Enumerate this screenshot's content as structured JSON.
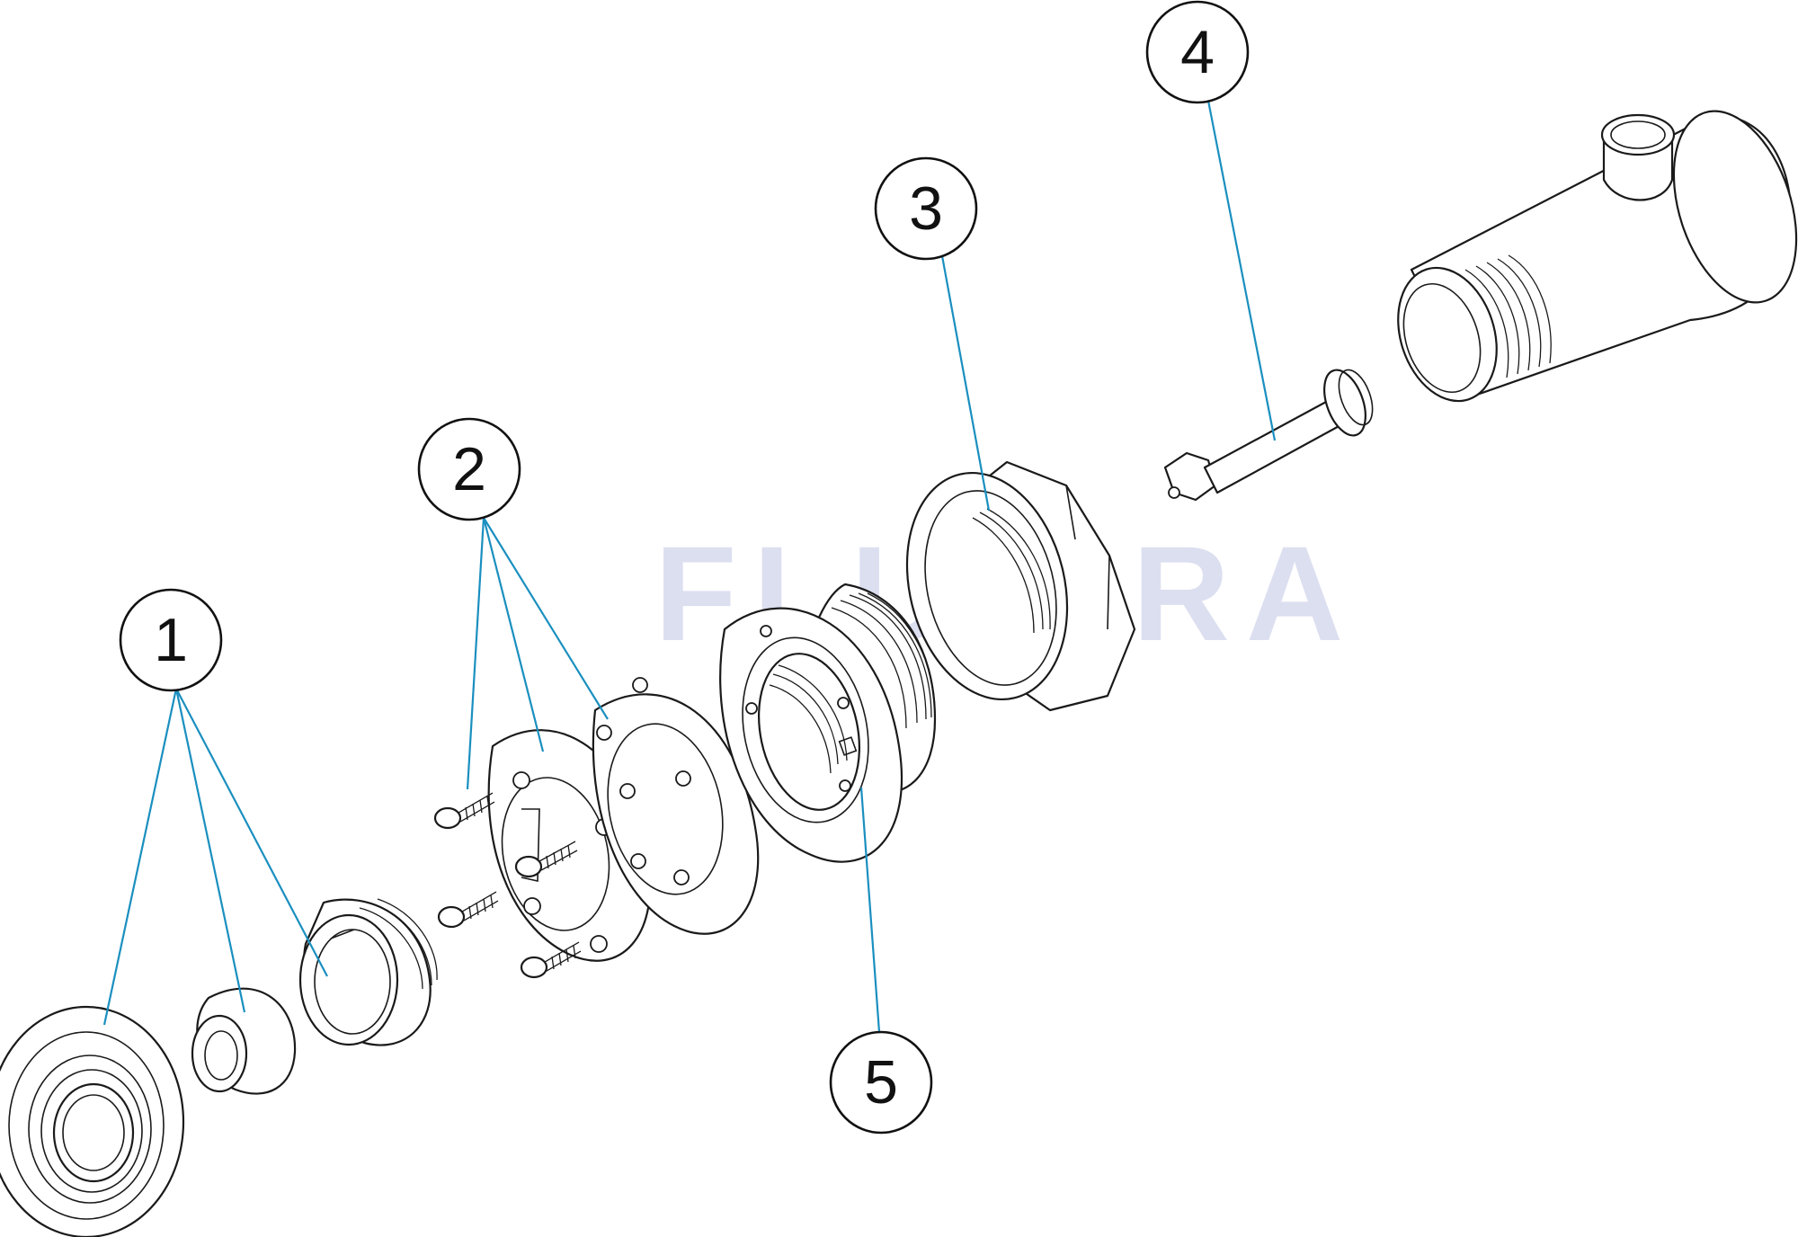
{
  "watermark": {
    "text": "FLUIDRA"
  },
  "colors": {
    "leader": "#1a8fbf",
    "outline": "#1a1a1a",
    "watermark": "#dcdff0"
  },
  "callouts": [
    {
      "id": "1",
      "label": "1"
    },
    {
      "id": "2",
      "label": "2"
    },
    {
      "id": "3",
      "label": "3"
    },
    {
      "id": "4",
      "label": "4"
    },
    {
      "id": "5",
      "label": "5"
    }
  ]
}
